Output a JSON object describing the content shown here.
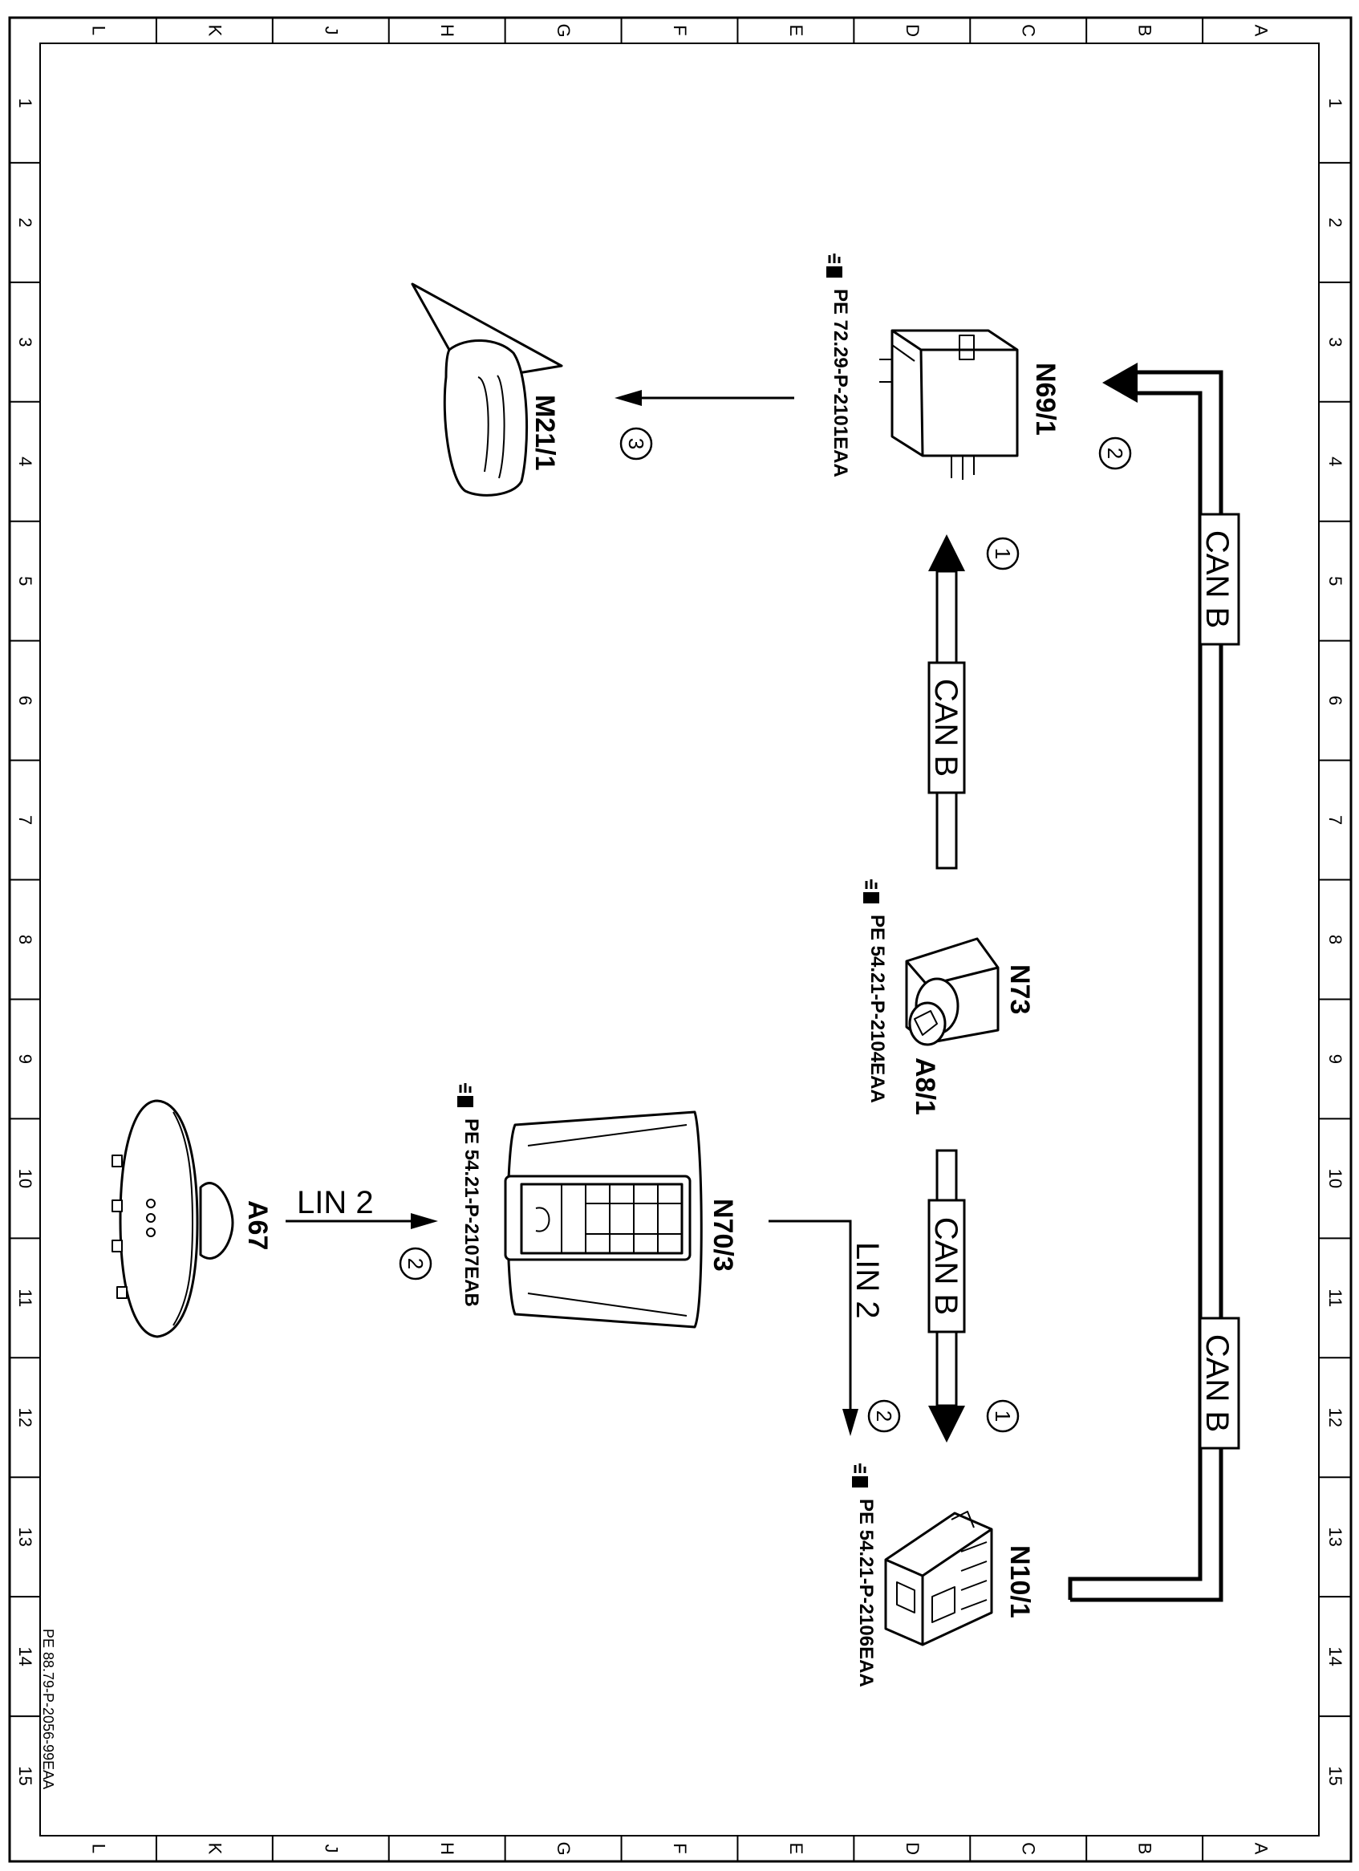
{
  "frame": {
    "column_letters": [
      "L",
      "K",
      "J",
      "H",
      "G",
      "F",
      "E",
      "D",
      "C",
      "B",
      "A"
    ],
    "row_numbers": [
      "1",
      "2",
      "3",
      "4",
      "5",
      "6",
      "7",
      "8",
      "9",
      "10",
      "11",
      "12",
      "13",
      "14",
      "15"
    ]
  },
  "components": {
    "n69_1": {
      "label": "N69/1",
      "ref": "PE 72.29-P-2101EAA"
    },
    "m21_1": {
      "label": "M21/1"
    },
    "n73": {
      "label": "N73",
      "sublabel": "A8/1",
      "ref": "PE 54.21-P-2104EAA"
    },
    "n70_3": {
      "label": "N70/3",
      "ref": "PE 54.21-P-2107EAB"
    },
    "a67": {
      "label": "A67"
    },
    "n10_1": {
      "label": "N10/1",
      "ref": "PE 54.21-P-2106EAA"
    }
  },
  "connections": {
    "can_b_upper_right": {
      "bus": "CAN B",
      "marker": "2"
    },
    "can_b_lower_right": {
      "bus": "CAN B"
    },
    "can_b_upper_center": {
      "bus": "CAN B",
      "marker": "1"
    },
    "can_b_lower_center": {
      "bus": "CAN B",
      "marker": "1"
    },
    "lin2_left": {
      "bus": "LIN 2",
      "marker": "2"
    },
    "lin2_right": {
      "bus": "LIN 2",
      "marker": "2"
    },
    "mirror_arrow": {
      "marker": "3"
    }
  },
  "document_id": "PE 88.79-P-2056-99EAA"
}
